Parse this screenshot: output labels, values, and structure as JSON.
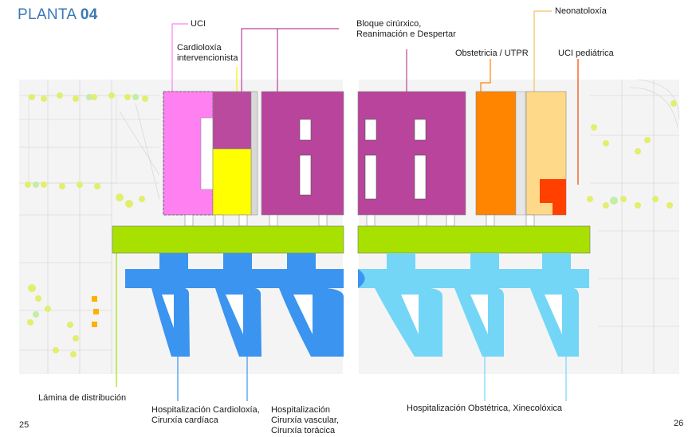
{
  "title": {
    "prefix": "PLANTA ",
    "number": "04"
  },
  "labels": {
    "uci": "UCI",
    "cardiologia_line1": "Cardioloxía",
    "cardiologia_line2": "intervencionista",
    "bloque_line1": "Bloque cirúrxico,",
    "bloque_line2": "Reanimación e Despertar",
    "neonatologia": "Neonatoloxía",
    "obstetricia": "Obstetricia / UTPR",
    "uci_pediatrica": "UCI pediátrica",
    "lamina": "Lámina de distribución",
    "hosp_cardio_line1": "Hospitalización Cardioloxía,",
    "hosp_cardio_line2": "Cirurxía cardíaca",
    "hosp_vasc_line1": "Hospitalización",
    "hosp_vasc_line2": "Cirurxía vascular,",
    "hosp_vasc_line3": "Cirurxía torácica",
    "hosp_obst": "Hospitalización Obstétrica, Xinecolóxica"
  },
  "pages": {
    "left": "25",
    "right": "26"
  },
  "colors": {
    "uci": "#ff80f0",
    "cardiologia": "#b94a9e",
    "bloque": "#b8449b",
    "yellow": "#ffff00",
    "obstetricia": "#ff8400",
    "neonatologia": "#ffd98a",
    "uci_pediatrica": "#ff4000",
    "lamina": "#a8e000",
    "hosp_dark": "#3b94ef",
    "hosp_light": "#73d6f7",
    "title": "#3b78b6"
  }
}
